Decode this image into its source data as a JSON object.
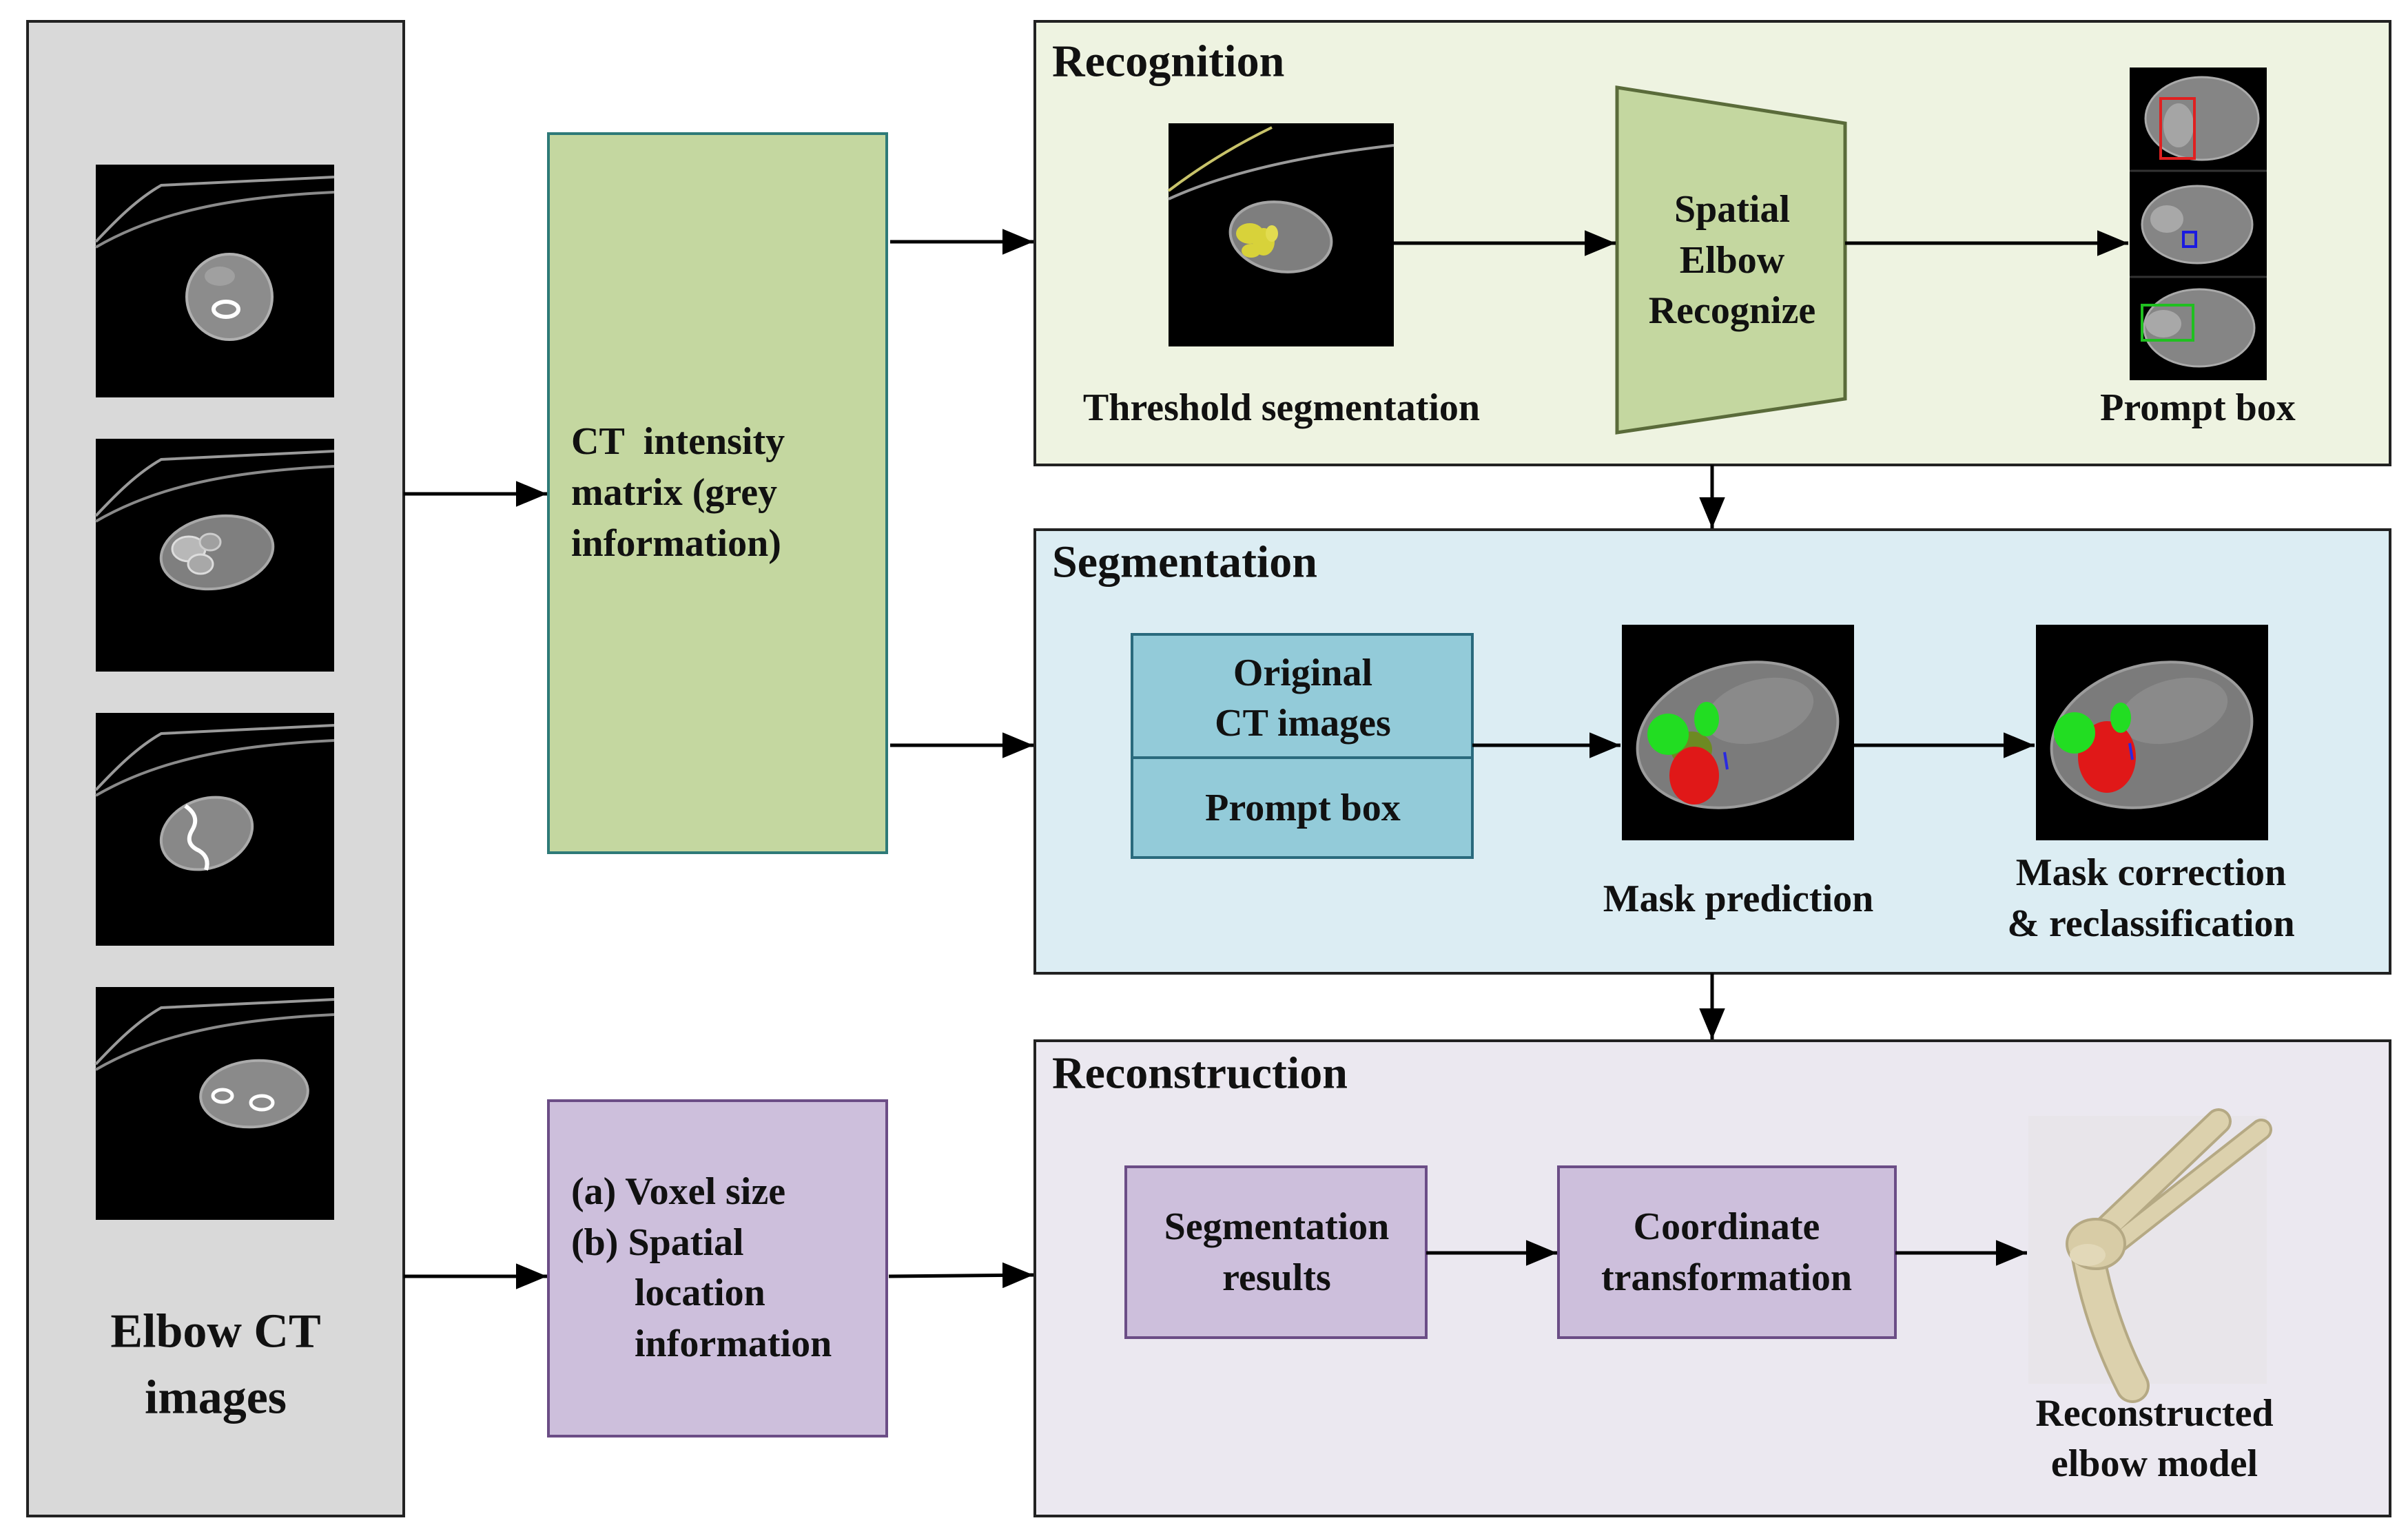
{
  "input_panel": {
    "title_lines": [
      "Elbow CT",
      "images"
    ]
  },
  "intensity_box": {
    "lines": [
      "CT  intensity",
      "matrix (grey",
      "information)"
    ]
  },
  "spatial_box": {
    "lines": [
      "(a) Voxel size",
      "(b) Spatial",
      "location",
      "information"
    ]
  },
  "recognition": {
    "title": "Recognition",
    "threshold_label": "Threshold segmentation",
    "recognizer_lines": [
      "Spatial",
      "Elbow",
      "Recognize"
    ],
    "prompt_box_label": "Prompt box"
  },
  "segmentation": {
    "title": "Segmentation",
    "input_lines": [
      "Original",
      "CT images"
    ],
    "prompt_box_label": "Prompt box",
    "mask_prediction_label": "Mask prediction",
    "mask_correction_lines": [
      "Mask correction",
      "& reclassification"
    ]
  },
  "reconstruction": {
    "title": "Reconstruction",
    "segmentation_results_lines": [
      "Segmentation",
      "results"
    ],
    "coordinate_lines": [
      "Coordinate",
      "transformation"
    ],
    "model_lines": [
      "Reconstructed",
      "elbow model"
    ]
  },
  "colors": {
    "input_panel": "#d9d9d9",
    "intensity_box": "#c4d7a0",
    "spatial_box": "#cdbfdc",
    "recognition_panel": "#eef3e1",
    "recognizer": "#c4d7a0",
    "segmentation_panel": "#dcedf3",
    "segmentation_input_box": "#93cbd9",
    "reconstruction_panel": "#ebe8f0",
    "reconstruction_box": "#cdbfdc",
    "prompt_box_red": "#e02020",
    "prompt_box_blue": "#1a1ae0",
    "prompt_box_green": "#20c020",
    "mask_green": "#22dd22",
    "mask_red": "#e01818"
  }
}
